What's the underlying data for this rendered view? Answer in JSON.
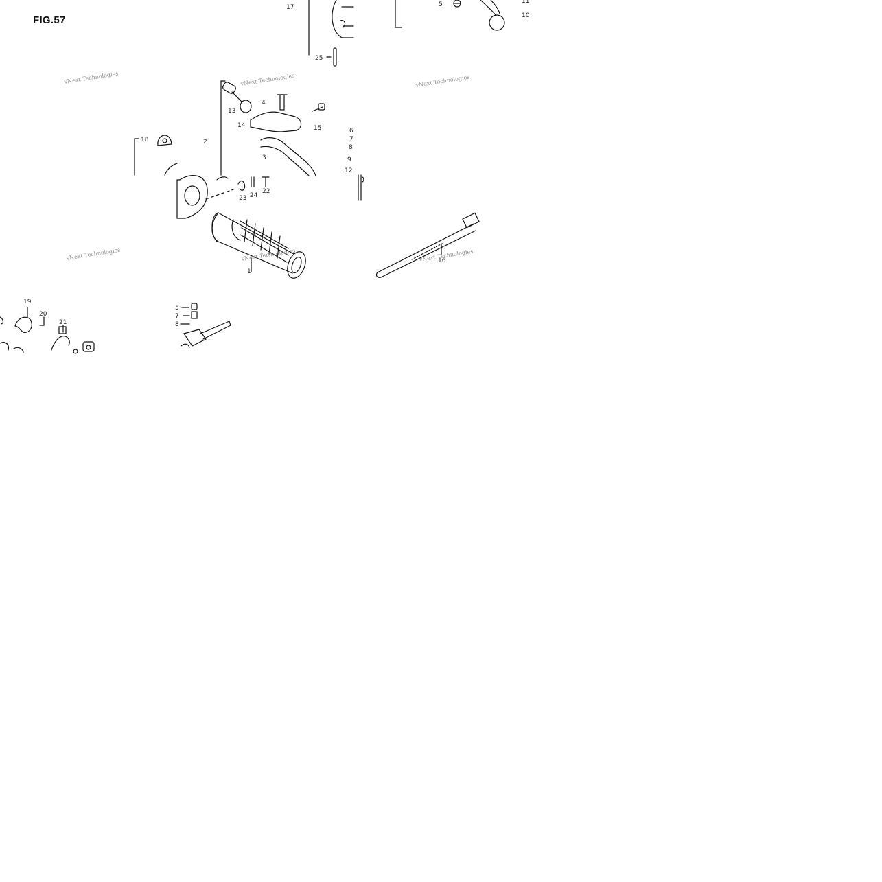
{
  "figure": {
    "title": "FIG.57"
  },
  "watermark": {
    "text": "vNext Technologies"
  },
  "callouts": [
    {
      "id": "c17",
      "label": "17"
    },
    {
      "id": "c25",
      "label": "25"
    },
    {
      "id": "c5a",
      "label": "5"
    },
    {
      "id": "c11",
      "label": "11"
    },
    {
      "id": "c10",
      "label": "10"
    },
    {
      "id": "c4",
      "label": "4"
    },
    {
      "id": "c13",
      "label": "13"
    },
    {
      "id": "c14",
      "label": "14"
    },
    {
      "id": "c15",
      "label": "15"
    },
    {
      "id": "c18",
      "label": "18"
    },
    {
      "id": "c2",
      "label": "2"
    },
    {
      "id": "c3",
      "label": "3"
    },
    {
      "id": "c6",
      "label": "6"
    },
    {
      "id": "c7a",
      "label": "7"
    },
    {
      "id": "c8a",
      "label": "8"
    },
    {
      "id": "c9",
      "label": "9"
    },
    {
      "id": "c12",
      "label": "12"
    },
    {
      "id": "c23",
      "label": "23"
    },
    {
      "id": "c24",
      "label": "24"
    },
    {
      "id": "c22",
      "label": "22"
    },
    {
      "id": "c1",
      "label": "1"
    },
    {
      "id": "c16",
      "label": "16"
    },
    {
      "id": "c19",
      "label": "19"
    },
    {
      "id": "c20",
      "label": "20"
    },
    {
      "id": "c21",
      "label": "21"
    },
    {
      "id": "c5b",
      "label": "5"
    },
    {
      "id": "c7b",
      "label": "7"
    },
    {
      "id": "c8b",
      "label": "8"
    }
  ]
}
